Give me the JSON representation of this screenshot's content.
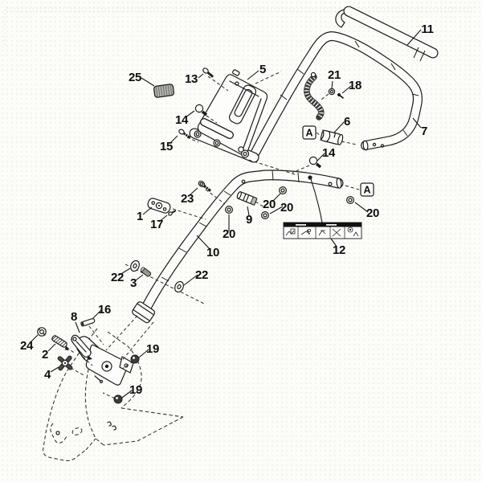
{
  "figure": {
    "type": "exploded-parts-diagram",
    "subject": "walk-behind mower handle assembly exploded view",
    "ink_color": "#1c1c1c",
    "background_color": "#fcfcf9"
  },
  "labels": {
    "p1": "1",
    "p2": "2",
    "p3": "3",
    "p4": "4",
    "p5": "5",
    "p6": "6",
    "p7": "7",
    "p8": "8",
    "p9": "9",
    "p10": "10",
    "p11": "11",
    "p12": "12",
    "p13": "13",
    "p14": "14",
    "p15": "15",
    "p16": "16",
    "p17": "17",
    "p18": "18",
    "p19": "19",
    "p20": "20",
    "p21": "21",
    "p22": "22",
    "p23": "23",
    "p24": "24",
    "p25": "25",
    "zoneA": "A"
  }
}
